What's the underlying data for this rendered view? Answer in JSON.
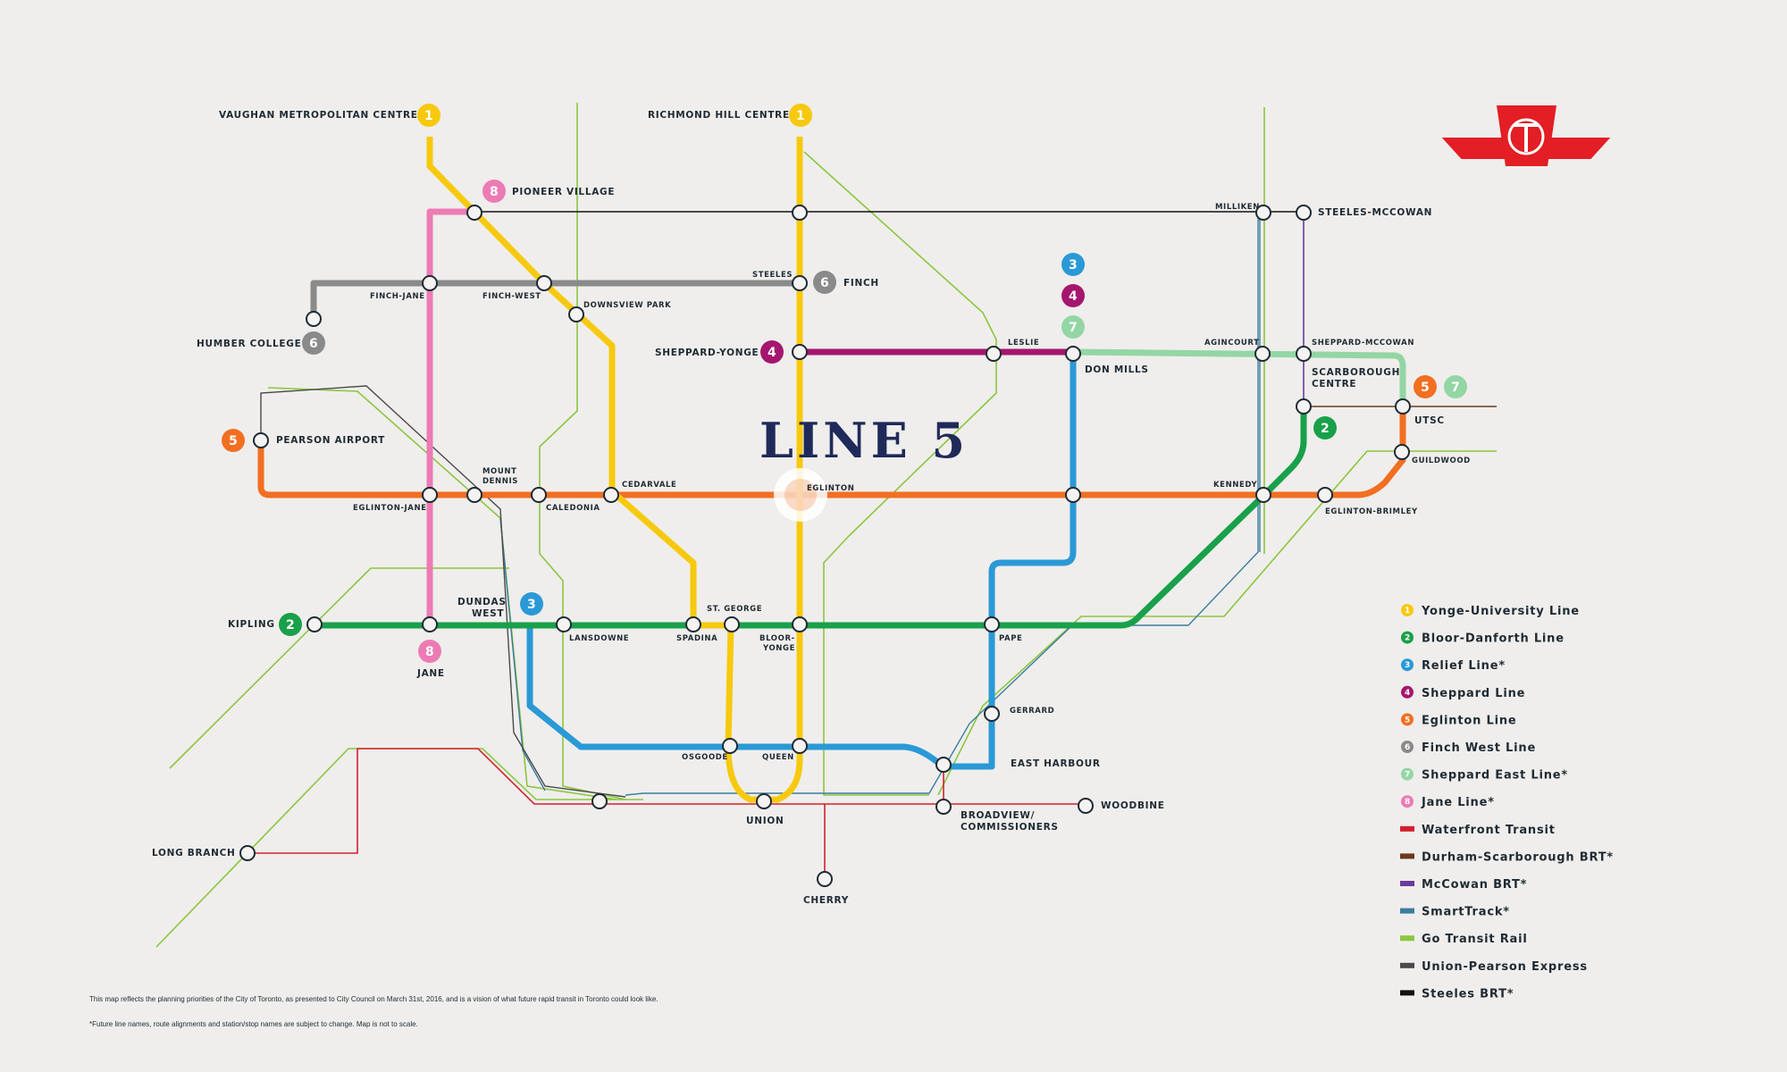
{
  "map": {
    "feature_label": "LINE 5",
    "footnote_1": "This map reflects the planning priorities of the City of Toronto, as presented to City Council on March 31st, 2016, and is a vision of what future rapid transit in Toronto could look like.",
    "footnote_2": "*Future line names, route alignments and station/stop names are subject to change. Map is not to scale."
  },
  "colors": {
    "line1": "#f7c90e",
    "line2": "#19a04a",
    "line3": "#2a99d6",
    "line4": "#a5166e",
    "line5": "#f26f21",
    "line6": "#8a8a8a",
    "line7": "#93d6a4",
    "line8": "#ec7bb4",
    "waterfront": "#d3202f",
    "durham": "#6b3a1c",
    "mccowan": "#6a3b9b",
    "smarttrack": "#3c7da0",
    "go": "#8cc63f",
    "up_express": "#4a4a4a",
    "steeles": "#1f2a33",
    "ttc_red": "#e31e24"
  },
  "legend": [
    {
      "badge": "1",
      "label": "Yonge-University Line",
      "color": "#f7c90e"
    },
    {
      "badge": "2",
      "label": "Bloor-Danforth Line",
      "color": "#19a04a"
    },
    {
      "badge": "3",
      "label": "Relief Line*",
      "color": "#2a99d6"
    },
    {
      "badge": "4",
      "label": "Sheppard Line",
      "color": "#a5166e"
    },
    {
      "badge": "5",
      "label": "Eglinton Line",
      "color": "#f26f21"
    },
    {
      "badge": "6",
      "label": "Finch West Line",
      "color": "#8a8a8a"
    },
    {
      "badge": "7",
      "label": "Sheppard East Line*",
      "color": "#93d6a4"
    },
    {
      "badge": "8",
      "label": "Jane Line*",
      "color": "#ec7bb4"
    },
    {
      "badge": "",
      "label": "Waterfront Transit",
      "color": "#d3202f"
    },
    {
      "badge": "",
      "label": "Durham-Scarborough BRT*",
      "color": "#6b3a1c"
    },
    {
      "badge": "",
      "label": "McCowan BRT*",
      "color": "#6a3b9b"
    },
    {
      "badge": "",
      "label": "SmartTrack*",
      "color": "#3c7da0"
    },
    {
      "badge": "",
      "label": "Go Transit Rail",
      "color": "#8cc63f"
    },
    {
      "badge": "",
      "label": "Union-Pearson Express",
      "color": "#4a4a4a"
    },
    {
      "badge": "",
      "label": "Steeles BRT*",
      "color": "#111111"
    }
  ],
  "stations": {
    "vaughan": "VAUGHAN METROPOLITAN CENTRE",
    "richmond_hill": "RICHMOND HILL CENTRE",
    "pioneer_village": "PIONEER VILLAGE",
    "milliken": "MILLIKEN",
    "steeles_mccowan": "STEELES-MCCOWAN",
    "steeles": "STEELES",
    "finch": "FINCH",
    "finch_jane": "FINCH-JANE",
    "finch_west": "FINCH-WEST",
    "downsview_park": "DOWNSVIEW PARK",
    "humber_college": "HUMBER COLLEGE",
    "sheppard_yonge": "SHEPPARD-YONGE",
    "leslie": "LESLIE",
    "don_mills": "DON MILLS",
    "agincourt": "AGINCOURT",
    "sheppard_mccowan": "SHEPPARD-MCCOWAN",
    "scarborough_centre_1": "SCARBOROUGH",
    "scarborough_centre_2": "CENTRE",
    "utsc": "UTSC",
    "guildwood": "GUILDWOOD",
    "pearson_airport": "PEARSON AIRPORT",
    "mount_dennis_1": "MOUNT",
    "mount_dennis_2": "DENNIS",
    "cedarvale": "CEDARVALE",
    "eglinton": "EGLINTON",
    "kennedy": "KENNEDY",
    "eglinton_jane": "EGLINTON-JANE",
    "caledonia": "CALEDONIA",
    "eglinton_brimley": "EGLINTON-BRIMLEY",
    "dundas_west_1": "DUNDAS",
    "dundas_west_2": "WEST",
    "st_george": "ST. GEORGE",
    "kipling": "KIPLING",
    "lansdowne": "LANSDOWNE",
    "spadina": "SPADINA",
    "bloor_yonge_1": "BLOOR-",
    "bloor_yonge_2": "YONGE",
    "pape": "PAPE",
    "jane": "JANE",
    "gerrard": "GERRARD",
    "osgoode": "OSGOODE",
    "queen": "QUEEN",
    "east_harbour": "EAST HARBOUR",
    "union": "UNION",
    "broadview_1": "BROADVIEW/",
    "broadview_2": "COMMISSIONERS",
    "woodbine": "WOODBINE",
    "long_branch": "LONG BRANCH",
    "cherry": "CHERRY"
  },
  "badges": {
    "b1": "1",
    "b2": "2",
    "b3": "3",
    "b4": "4",
    "b5": "5",
    "b6": "6",
    "b7": "7",
    "b8": "8"
  }
}
